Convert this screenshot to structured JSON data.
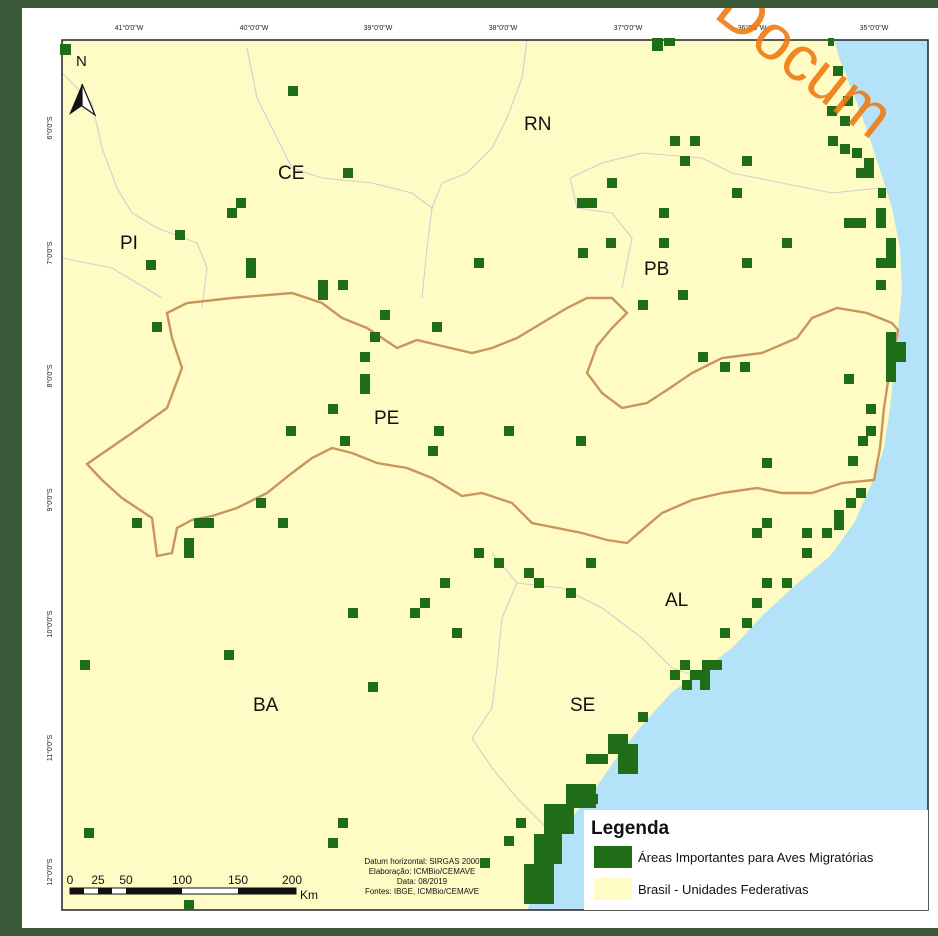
{
  "map": {
    "longitude_ticks": [
      "41°0'0\"W",
      "40°0'0\"W",
      "39°0'0\"W",
      "38°0'0\"W",
      "37°0'0\"W",
      "36°0'0\"W",
      "35°0'0\"W"
    ],
    "latitude_ticks": [
      "6°0'0\"S",
      "7°0'0\"S",
      "8°0'0\"S",
      "9°0'0\"S",
      "10°0'0\"S",
      "11°0'0\"S",
      "12°0'0\"S"
    ],
    "north_label": "N",
    "states": [
      "RN",
      "CE",
      "PI",
      "PB",
      "PE",
      "AL",
      "BA",
      "SE"
    ],
    "colors": {
      "land": "#fefcc4",
      "ocean": "#b4e2f8",
      "important_areas": "#1f6e17",
      "pe_border": "#c9955a",
      "state_borders": "#cfcfcf"
    }
  },
  "scale_bar": {
    "ticks": [
      "0",
      "25",
      "50",
      "100",
      "150",
      "200"
    ],
    "unit": "Km"
  },
  "credits": [
    "Datum horizontal: SIRGAS 2000",
    "Elaboração: ICMBio/CEMAVE",
    "Data: 08/2019",
    "Fontes: IBGE, ICMBio/CEMAVE"
  ],
  "legend": {
    "title": "Legenda",
    "items": [
      {
        "label": "Áreas Importantes para Aves Migratórias",
        "color": "#1f6e17"
      },
      {
        "label": "Brasil - Unidades Federativas",
        "color": "#fefcc4"
      }
    ]
  },
  "watermark": "Docum"
}
